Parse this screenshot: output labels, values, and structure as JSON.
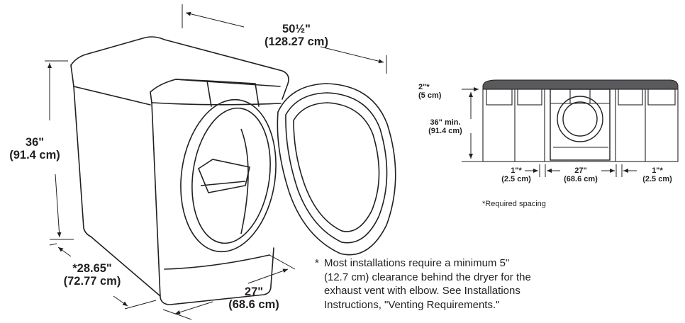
{
  "main_dims": {
    "width_door_open": {
      "in": "50½\"",
      "cm": "(128.27 cm)"
    },
    "height": {
      "in": "36\"",
      "cm": "(91.4 cm)"
    },
    "depth": {
      "in": "*28.65\"",
      "cm": "(72.77 cm)"
    },
    "width": {
      "in": "27\"",
      "cm": "(68.6 cm)"
    }
  },
  "install": {
    "top_clearance": {
      "in": "2\"*",
      "cm": "(5 cm)"
    },
    "min_height": {
      "in": "36\" min.",
      "cm": "(91.4 cm)"
    },
    "left_side": {
      "in": "1\"*",
      "cm": "(2.5 cm)"
    },
    "center_width": {
      "in": "27\"",
      "cm": "(68.6 cm)"
    },
    "right_side": {
      "in": "1\"*",
      "cm": "(2.5 cm)"
    },
    "required_note": "*Required spacing"
  },
  "footnote": {
    "star": "*",
    "lines": [
      "Most installations require a minimum 5\"",
      "(12.7 cm) clearance behind the dryer for the",
      "exhaust vent with elbow. See Installations",
      "Instructions, \"Venting Requirements.\""
    ]
  }
}
